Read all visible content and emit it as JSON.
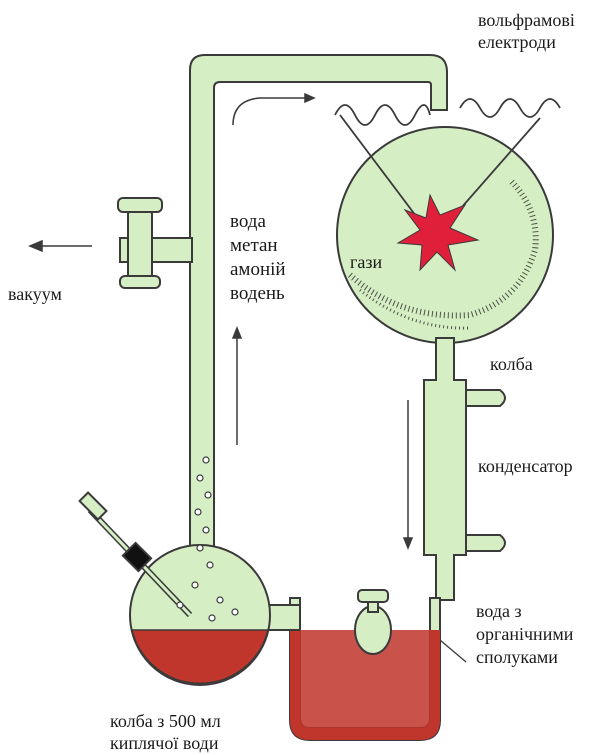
{
  "labels": {
    "electrodes_line1": "вольфрамові",
    "electrodes_line2": "електроди",
    "gases_line1": "вода",
    "gases_line2": "метан",
    "gases_line3": "амоній",
    "gases_line4": "водень",
    "gases": "гази",
    "vacuum": "вакуум",
    "flask": "колба",
    "condenser": "конденсатор",
    "water_organic_line1": "вода з",
    "water_organic_line2": "органічними",
    "water_organic_line3": "сполуками",
    "boiling_flask_line1": "колба з 500 мл",
    "boiling_flask_line2": "киплячої води"
  },
  "colors": {
    "glass_fill": "#d6eec4",
    "glass_outline": "#3a3a3a",
    "liquid": "#c0352c",
    "spark": "#e0203a",
    "text": "#1a1a1a"
  }
}
